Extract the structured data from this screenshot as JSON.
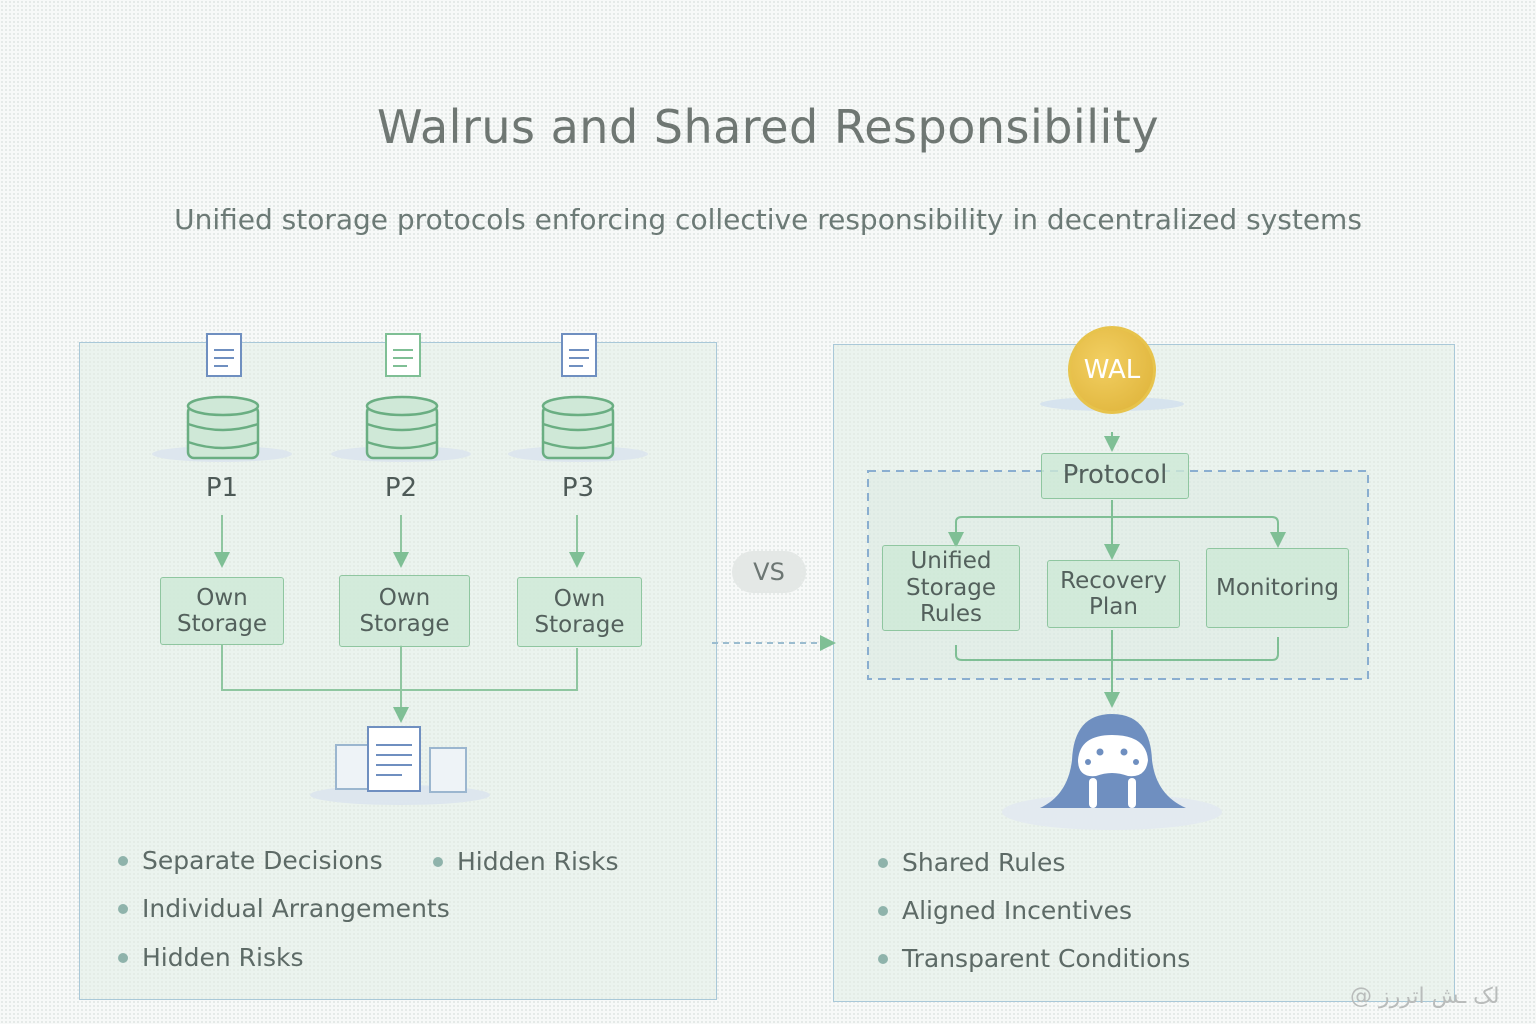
{
  "title": "Walrus and Shared Responsibility",
  "subtitle": "Unified storage protocols enforcing collective responsibility in decentralized systems",
  "left": {
    "participants": [
      {
        "label": "P1",
        "storage": "Own Storage"
      },
      {
        "label": "P2",
        "storage": "Own Storage"
      },
      {
        "label": "P3",
        "storage": "Own Storage"
      }
    ],
    "bullets": [
      "Separate Decisions",
      "Hidden Risks",
      "Individual Arrangements",
      "Hidden Risks"
    ]
  },
  "vs_label": "VS",
  "right": {
    "coin_label": "WAL",
    "protocol_label": "Protocol",
    "components": [
      "Unified Storage Rules",
      "Recovery Plan",
      "Monitoring"
    ],
    "bullets": [
      "Shared Rules",
      "Aligned Incentives",
      "Transparent Conditions"
    ]
  },
  "watermark": "لک ـش اتررز @",
  "colors": {
    "green": "#7fbf95",
    "blue": "#a9c8d8",
    "gold": "#e2b93f",
    "walrus": "#6f8fc0"
  }
}
